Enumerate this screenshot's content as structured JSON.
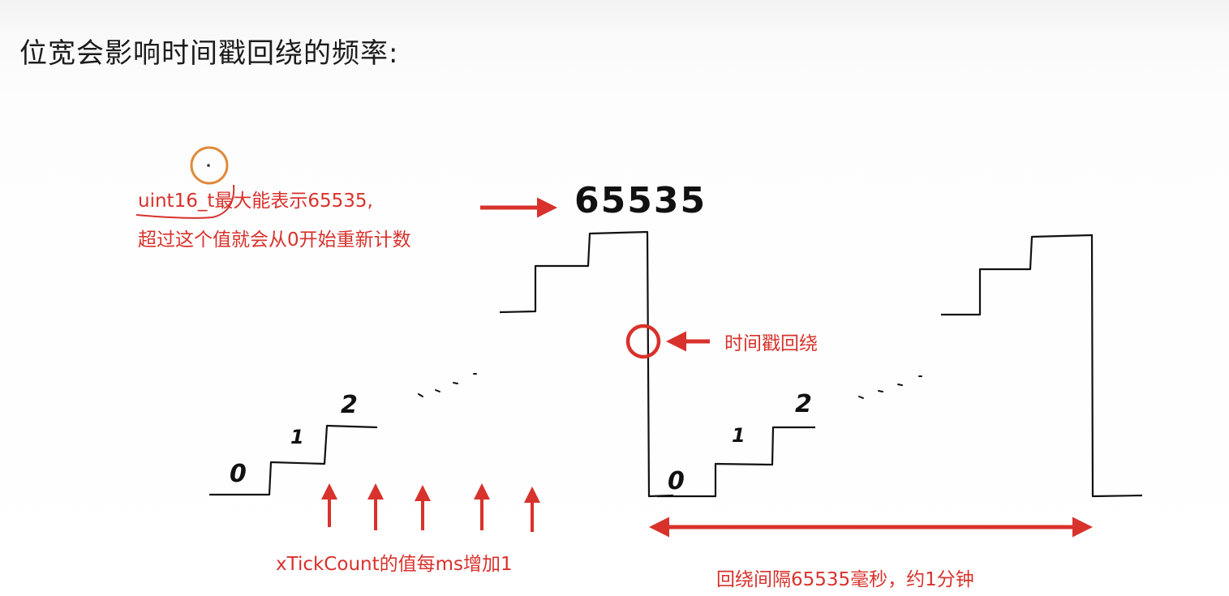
{
  "slide": {
    "title": "位宽会影响时间戳回绕的频率:",
    "note_line1": "uint16_t最大能表示65535,",
    "note_line2": "超过这个值就会从0开始重新计数",
    "max_value": "65535",
    "wrap_label": "时间戳回绕",
    "tick_label": "xTickCount的值每ms增加1",
    "interval_label": "回绕间隔65535毫秒，约1分钟",
    "step_labels_left": [
      "0",
      "1",
      "2"
    ],
    "step_labels_right": [
      "0",
      "1",
      "2"
    ],
    "colors": {
      "annotation": "#d8322c",
      "ink": "#111111",
      "cursor_ring": "#e08a3a"
    }
  }
}
